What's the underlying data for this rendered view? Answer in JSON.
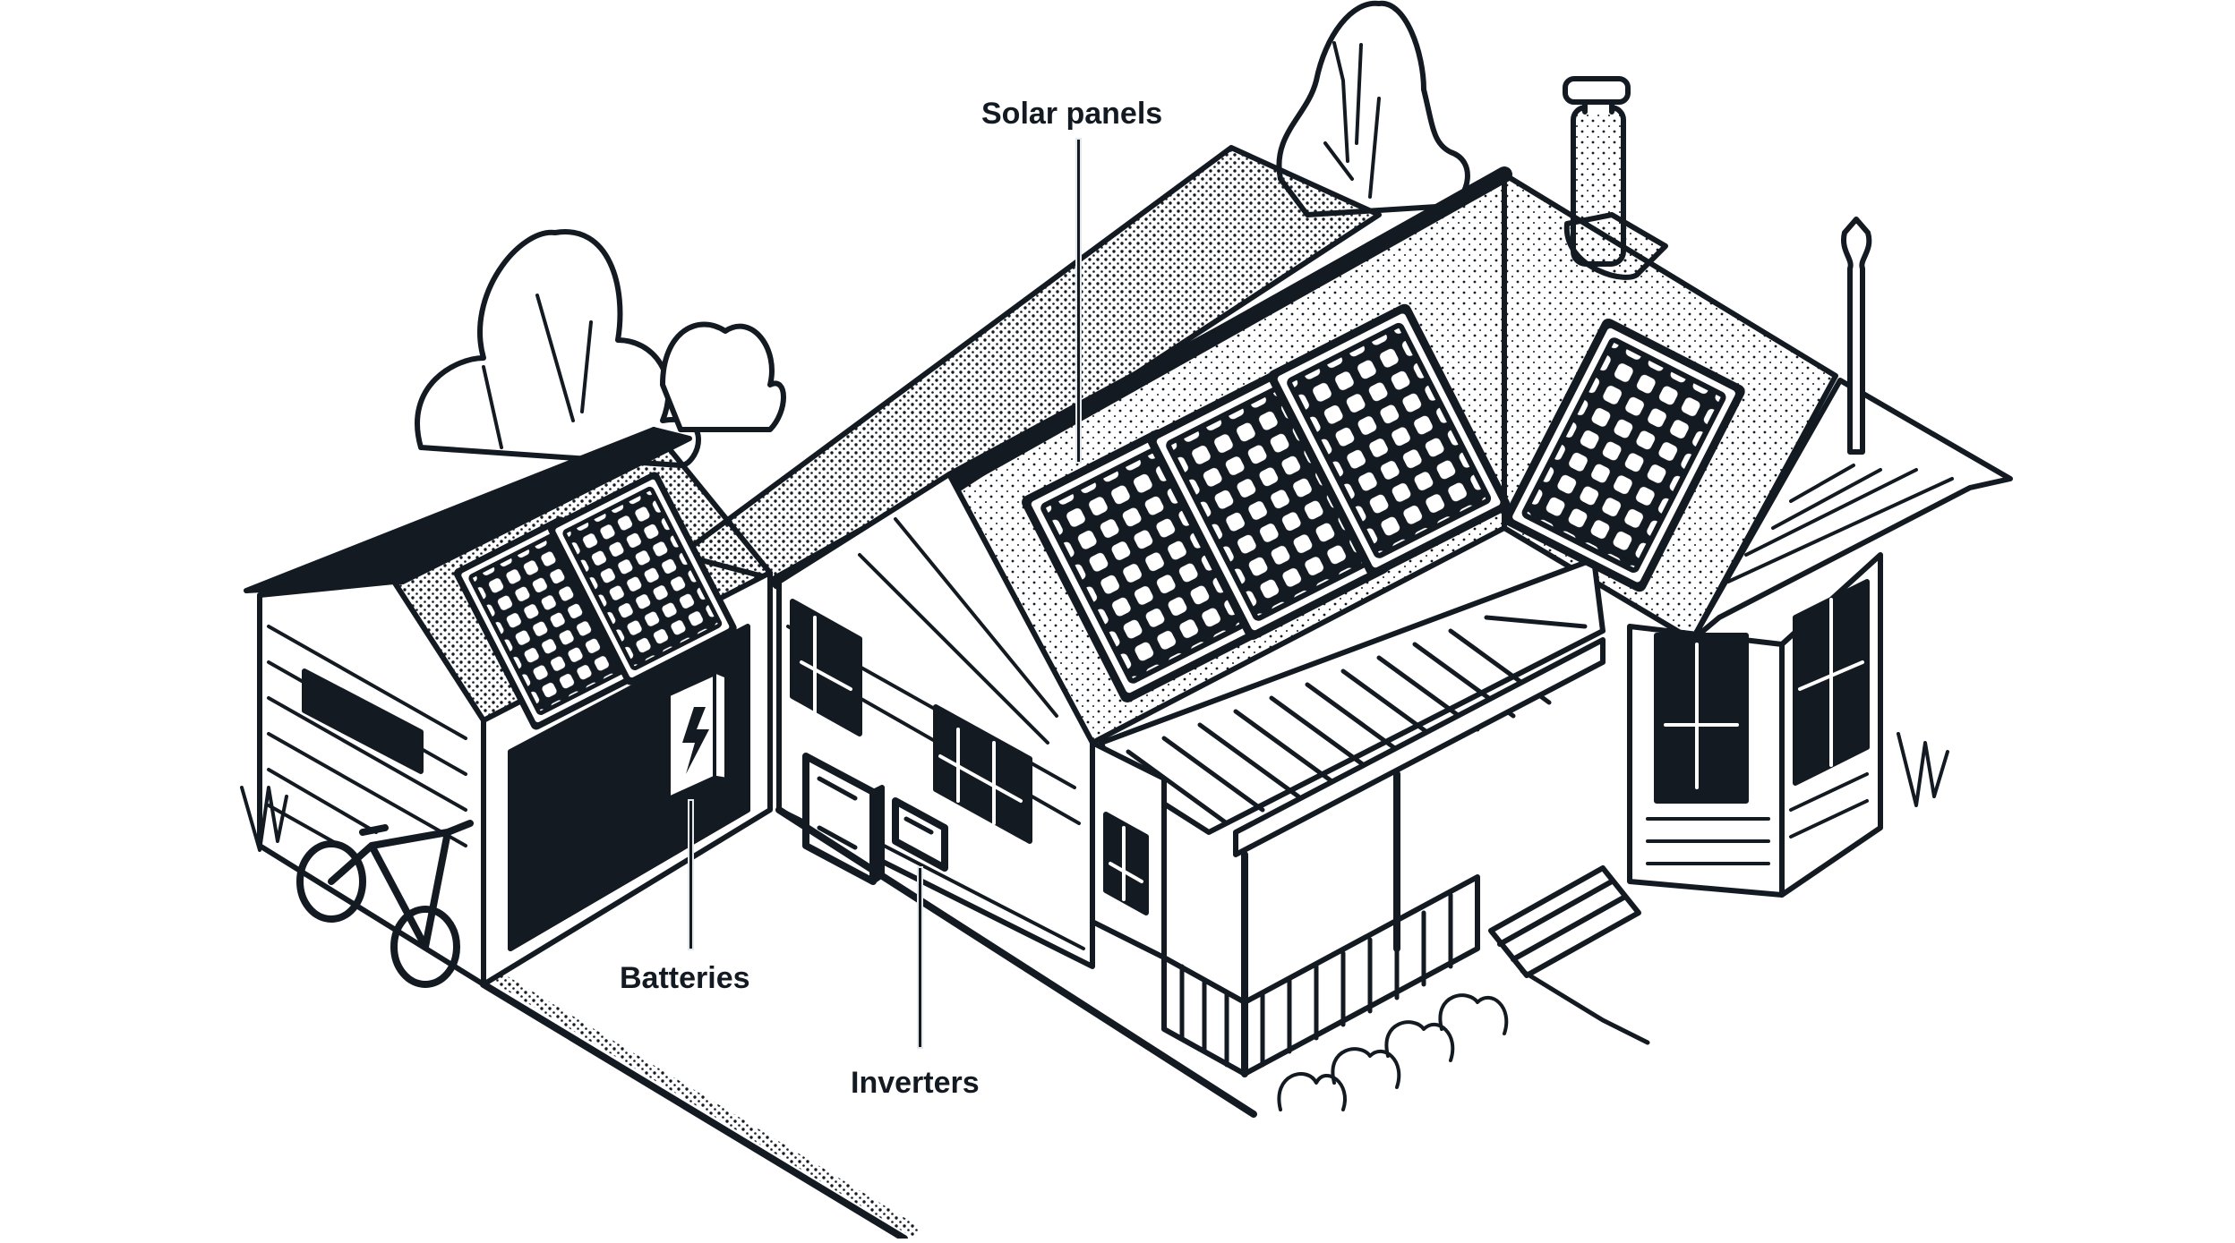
{
  "diagram": {
    "subject": "House with home solar energy system",
    "colors": {
      "ink": "#141a22",
      "paper": "#ffffff",
      "leader_halo": "#e6e9ec"
    },
    "callouts": [
      {
        "id": "solar-panels",
        "label": "Solar panels",
        "points_to": "roof solar panels"
      },
      {
        "id": "batteries",
        "label": "Batteries",
        "points_to": "wall battery in garage"
      },
      {
        "id": "inverters",
        "label": "Inverters",
        "points_to": "wall-mounted inverter boxes"
      }
    ],
    "components": {
      "main_roof_panels": 3,
      "garage_roof_panels": 2,
      "right_wing_panels": 1,
      "panel_cell_grid": "6x10",
      "battery_icon": "lightning-bolt"
    }
  }
}
